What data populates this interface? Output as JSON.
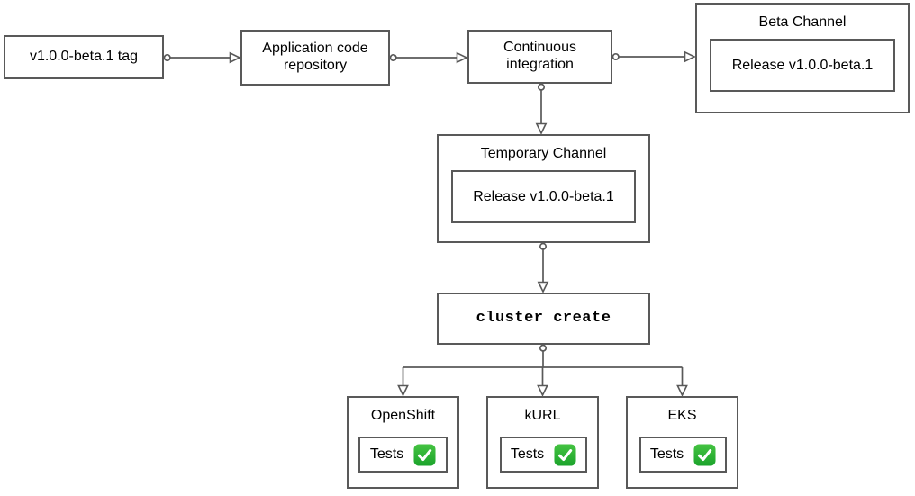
{
  "diagram": {
    "nodes": {
      "tag": {
        "label": "v1.0.0-beta.1 tag"
      },
      "repo": {
        "label": "Application code repository"
      },
      "ci": {
        "label": "Continuous integration"
      },
      "beta_channel": {
        "title": "Beta Channel",
        "release_label": "Release v1.0.0-beta.1"
      },
      "temporary_channel": {
        "title": "Temporary Channel",
        "release_label": "Release v1.0.0-beta.1"
      },
      "cluster_create": {
        "label": "cluster create"
      },
      "clusters": [
        {
          "title": "OpenShift",
          "tests_label": "Tests",
          "status_icon": "check-mark-button"
        },
        {
          "title": "kURL",
          "tests_label": "Tests",
          "status_icon": "check-mark-button"
        },
        {
          "title": "EKS",
          "tests_label": "Tests",
          "status_icon": "check-mark-button"
        }
      ]
    },
    "colors": {
      "border": "#595959",
      "connector": "#595959",
      "text": "#000000",
      "check_green_top": "#45c342",
      "check_green_bottom": "#1ba32b",
      "background": "#ffffff"
    }
  }
}
